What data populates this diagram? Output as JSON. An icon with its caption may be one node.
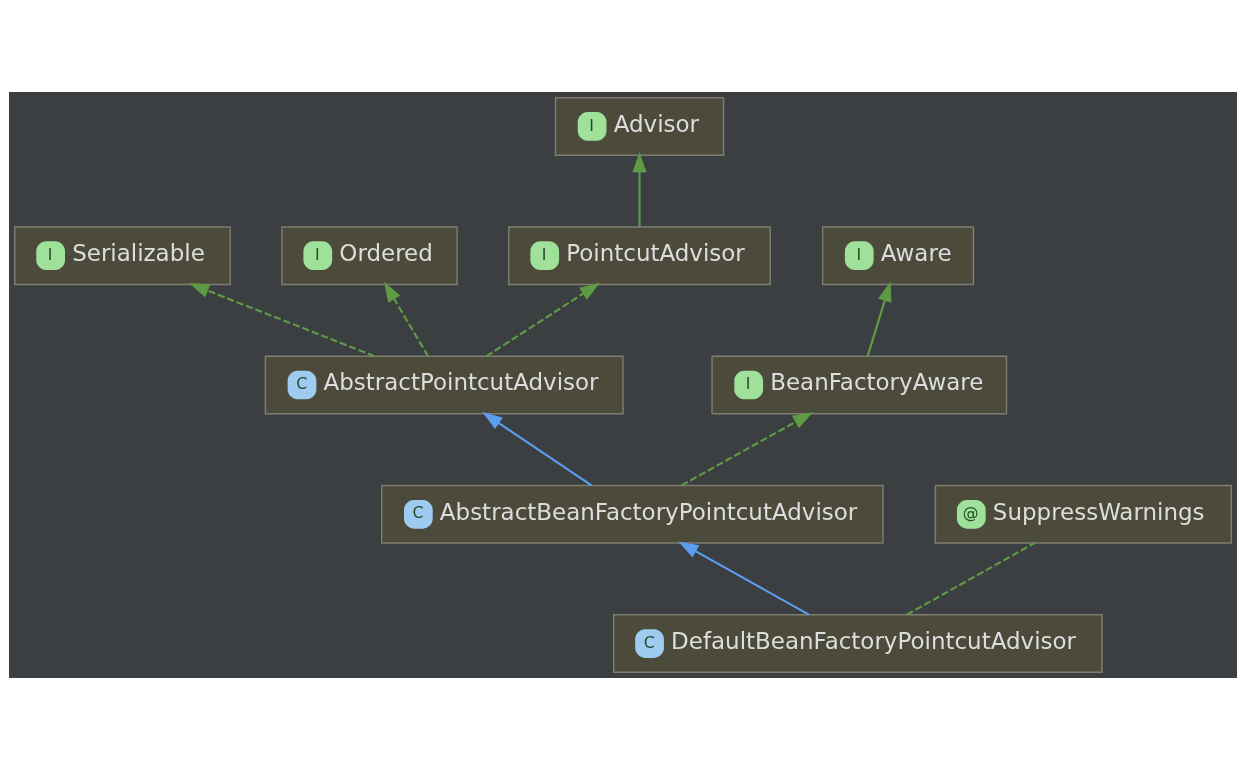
{
  "diagram": {
    "nodes": [
      {
        "text": [
          "I",
          "Advisor"
        ]
      },
      {
        "text": [
          "I",
          "Serializable"
        ]
      },
      {
        "text": [
          "I",
          "Ordered"
        ]
      },
      {
        "text": [
          "I",
          "PointcutAdvisor"
        ]
      },
      {
        "text": [
          "I",
          "Aware"
        ]
      },
      {
        "text": [
          "C",
          "AbstractPointcutAdvisor"
        ]
      },
      {
        "text": [
          "I",
          "BeanFactoryAware"
        ]
      },
      {
        "text": [
          "C",
          "AbstractBeanFactoryPointcutAdvisor"
        ]
      },
      {
        "text": [
          "@",
          "SuppressWarnings"
        ]
      },
      {
        "text": [
          "C",
          "DefaultBeanFactoryPointcutAdvisor"
        ]
      }
    ],
    "edges": [
      {
        "from": 3,
        "to": 0,
        "arrow": "to"
      },
      {
        "from": 5,
        "to": 1,
        "arrow": "to",
        "style": "dashed"
      },
      {
        "from": 5,
        "to": 2,
        "arrow": "to",
        "style": "dashed"
      },
      {
        "from": 5,
        "to": 3,
        "arrow": "to",
        "style": "dashed"
      },
      {
        "from": 6,
        "to": 4,
        "arrow": "to"
      },
      {
        "from": 7,
        "to": 5,
        "arrow": "to",
        "color": "#5b9ef0"
      },
      {
        "from": 7,
        "to": 6,
        "arrow": "to",
        "style": "dashed"
      },
      {
        "from": 9,
        "to": 7,
        "arrow": "to",
        "color": "#5b9ef0"
      },
      {
        "from": 9,
        "to": 8,
        "arrow": "none",
        "style": "dashed"
      }
    ]
  }
}
